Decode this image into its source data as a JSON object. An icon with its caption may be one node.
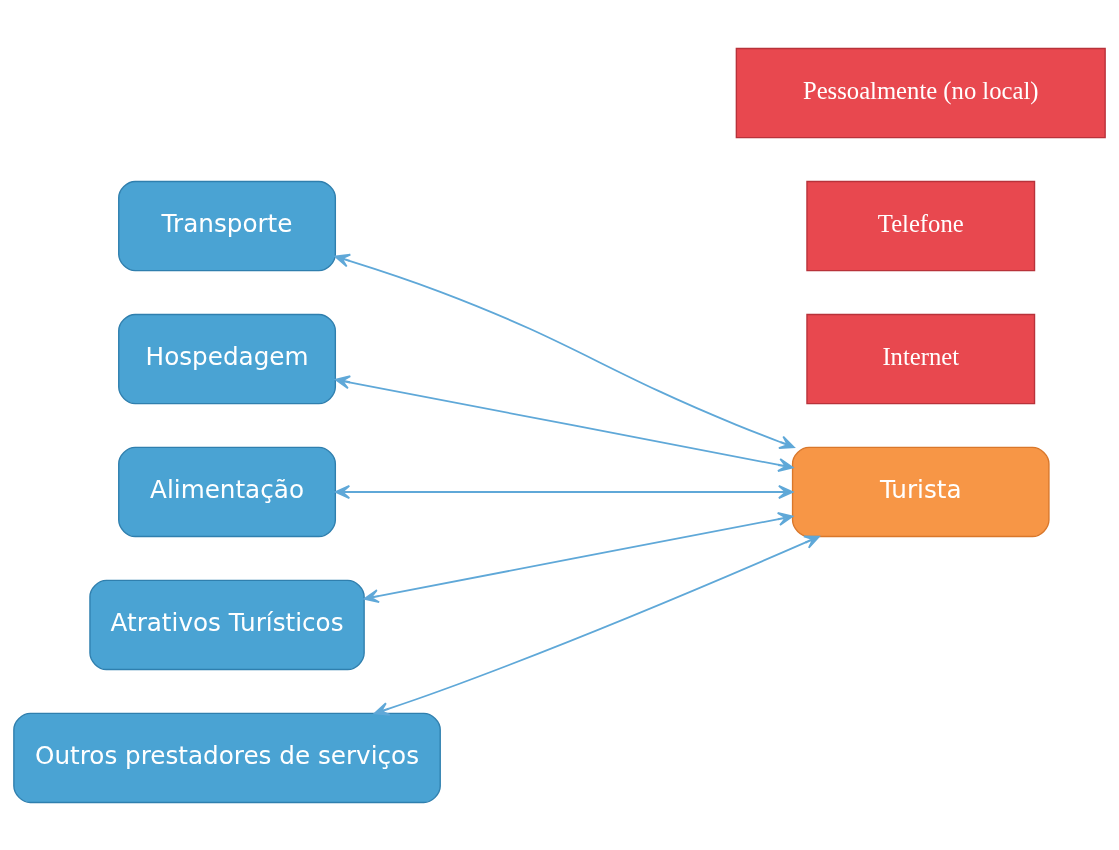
{
  "diagram": {
    "nodes": [
      {
        "text": [
          "Transporte"
        ]
      },
      {
        "text": [
          "Hospedagem"
        ]
      },
      {
        "text": [
          "Alimentação"
        ]
      },
      {
        "text": [
          "Atrativos Turísticos"
        ]
      },
      {
        "text": [
          "Outros prestadores de serviços"
        ]
      },
      {
        "text": [
          "Turista"
        ]
      },
      {
        "text": [
          "Internet"
        ]
      },
      {
        "text": [
          "Telefone"
        ]
      },
      {
        "text": [
          "Pessoalmente (no local)"
        ]
      }
    ],
    "edges": [
      {
        "from": 5,
        "to": 0,
        "arrow": "both"
      },
      {
        "from": 5,
        "to": 1,
        "arrow": "both"
      },
      {
        "from": 5,
        "to": 2,
        "arrow": "both"
      },
      {
        "from": 5,
        "to": 3,
        "arrow": "both"
      },
      {
        "from": 5,
        "to": 4,
        "arrow": "both"
      }
    ]
  }
}
